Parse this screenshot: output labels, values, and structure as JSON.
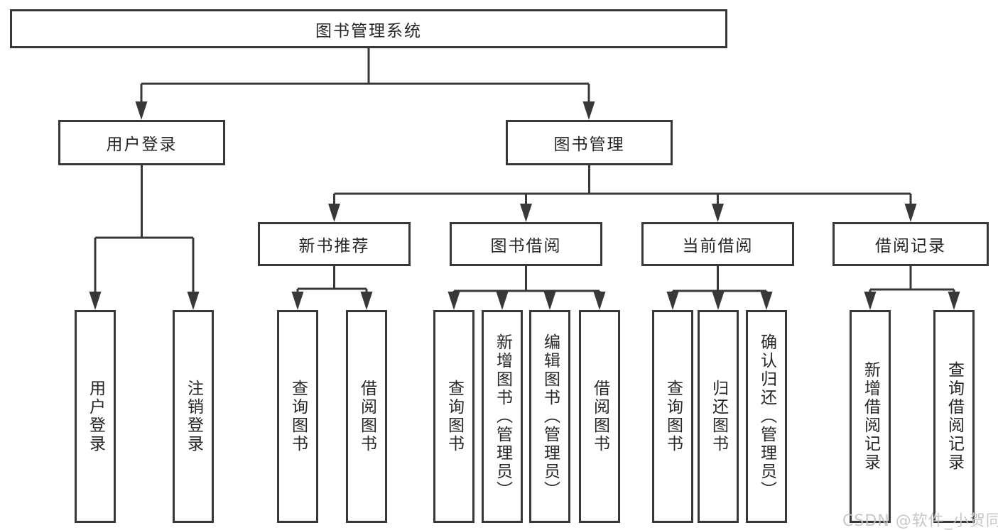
{
  "diagram_title": "图书管理系统",
  "tree": {
    "root": {
      "label": "图书管理系统"
    },
    "user_branch": {
      "label": "用户登录",
      "children": [
        {
          "label": "用户登录"
        },
        {
          "label": "注销登录"
        }
      ]
    },
    "book_branch": {
      "label": "图书管理",
      "groups": [
        {
          "label": "新书推荐",
          "children": [
            {
              "label": "查询图书"
            },
            {
              "label": "借阅图书"
            }
          ]
        },
        {
          "label": "图书借阅",
          "children": [
            {
              "label": "查询图书"
            },
            {
              "label": "新增图书（管理员）"
            },
            {
              "label": "编辑图书（管理员）"
            },
            {
              "label": "借阅图书"
            }
          ]
        },
        {
          "label": "当前借阅",
          "children": [
            {
              "label": "查询图书"
            },
            {
              "label": "归还图书"
            },
            {
              "label": "确认归还（管理员）"
            }
          ]
        },
        {
          "label": "借阅记录",
          "children": [
            {
              "label": "新增借阅记录"
            },
            {
              "label": "查询借阅记录"
            }
          ]
        }
      ]
    }
  },
  "watermark": {
    "text": "CSDN @软件_小贺同学"
  },
  "colors": {
    "line": "#383838",
    "text": "#262626",
    "watermark": "#c4c4c4",
    "background": "#ffffff"
  }
}
